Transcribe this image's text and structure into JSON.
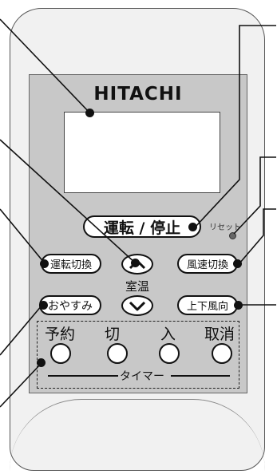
{
  "brand": "HITACHI",
  "buttons": {
    "run_stop": "運転 / 停止",
    "reset": "リセット",
    "mode_switch": "運転切換",
    "fan_switch": "風速切換",
    "sleep": "おやすみ",
    "louver": "上下風向",
    "room_temp": "室温"
  },
  "timer": {
    "label": "タイマー",
    "keys": [
      "予約",
      "切",
      "入",
      "取消"
    ]
  }
}
